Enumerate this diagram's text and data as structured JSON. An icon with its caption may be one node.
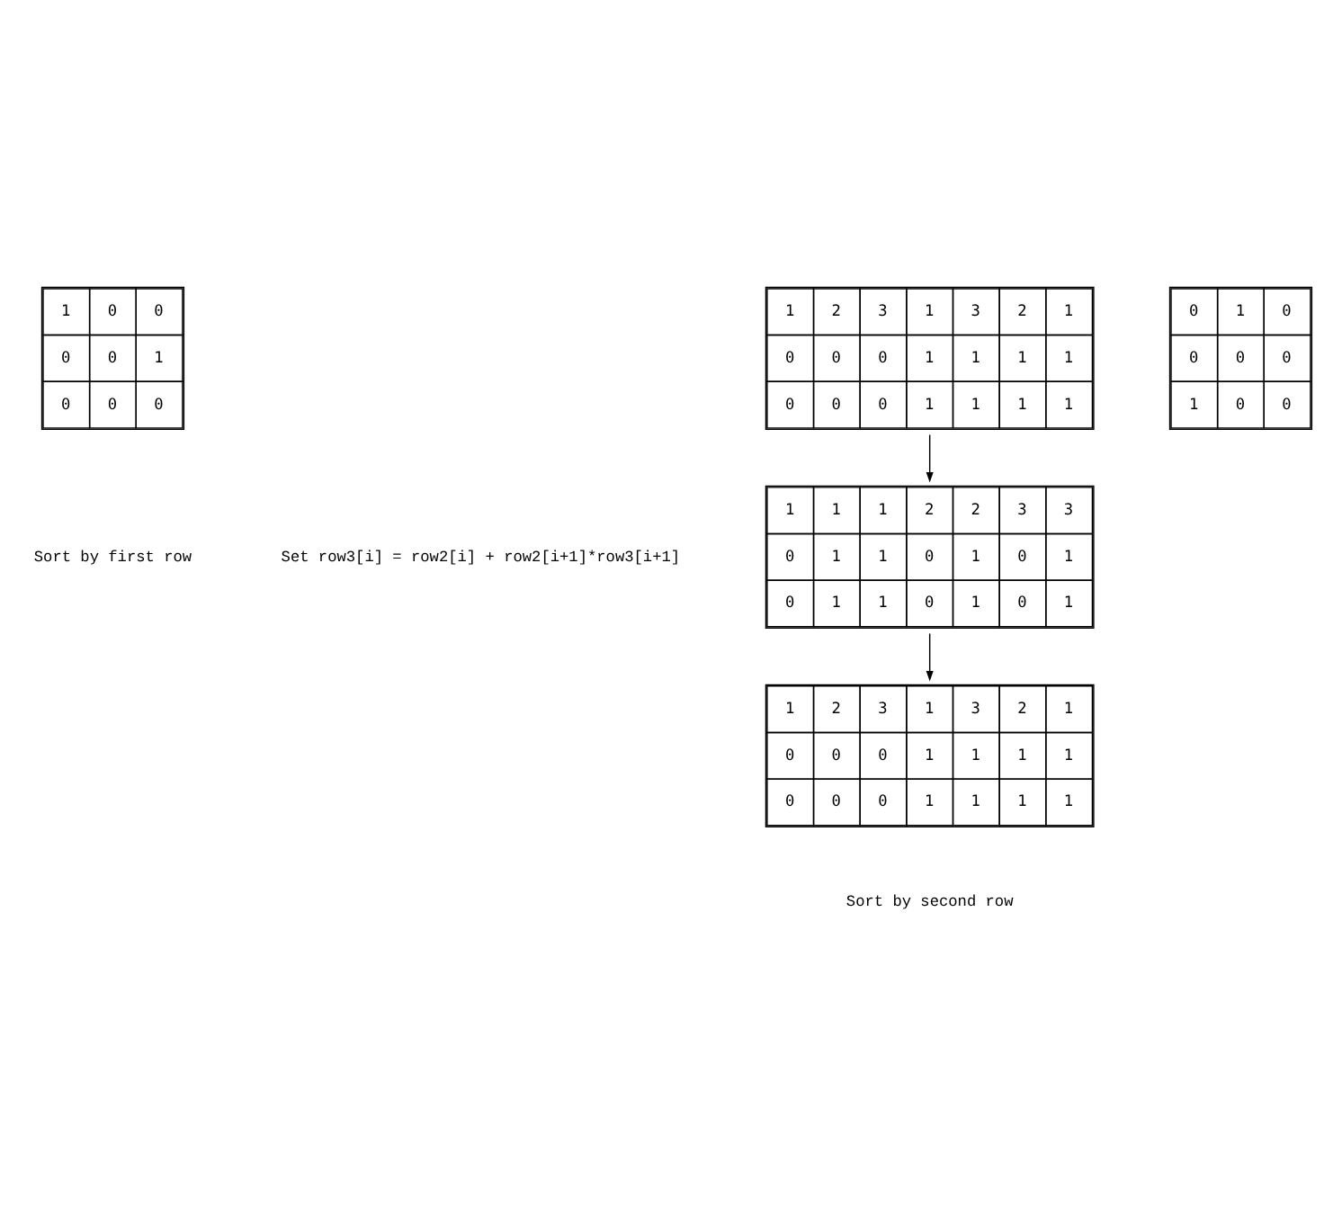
{
  "diagram": {
    "nodes": [
      {
        "text": [
          "1",
          "0",
          "0",
          "0",
          "0",
          "1",
          "0",
          "0",
          "0"
        ]
      },
      {
        "text": [
          "1",
          "2",
          "3",
          "1",
          "3",
          "2",
          "1",
          "0",
          "0",
          "0",
          "1",
          "1",
          "1",
          "1",
          "0",
          "0",
          "0",
          "1",
          "1",
          "1",
          "1"
        ]
      },
      {
        "text": [
          "0",
          "1",
          "0",
          "0",
          "0",
          "0",
          "1",
          "0",
          "0"
        ]
      },
      {
        "text": [
          "1",
          "1",
          "1",
          "2",
          "2",
          "3",
          "3",
          "0",
          "1",
          "1",
          "0",
          "1",
          "0",
          "1",
          "0",
          "1",
          "1",
          "0",
          "1",
          "0",
          "1"
        ]
      },
      {
        "text": [
          "1",
          "2",
          "3",
          "1",
          "3",
          "2",
          "1",
          "0",
          "0",
          "0",
          "1",
          "1",
          "1",
          "1",
          "0",
          "0",
          "0",
          "1",
          "1",
          "1",
          "1"
        ]
      }
    ],
    "edges": [
      {
        "from": 1,
        "to": 3,
        "arrow": "to"
      },
      {
        "from": 3,
        "to": 4,
        "arrow": "to"
      }
    ],
    "labels": [
      "Sort by first row",
      "Set row3[i] = row2[i] + row2[i+1]*row3[i+1]",
      "Sort by second row"
    ]
  }
}
